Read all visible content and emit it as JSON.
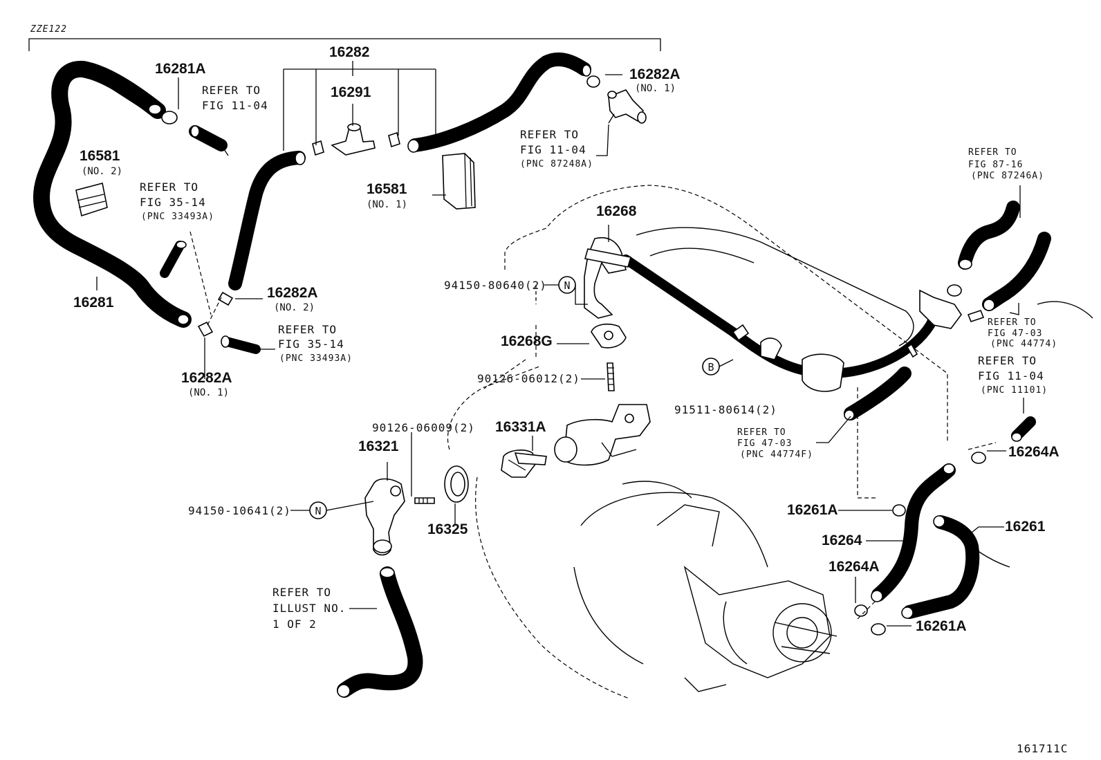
{
  "model_label": "ZZE122",
  "figure_id": "161711C",
  "parts": {
    "p16281A": "16281A",
    "p16282": "16282",
    "p16291": "16291",
    "p16282A_a": "16282A",
    "p16282A_a_sub": "(NO. 1)",
    "p16581_a": "16581",
    "p16581_a_sub": "(NO. 2)",
    "p16581_b": "16581",
    "p16581_b_sub": "(NO. 1)",
    "p16281": "16281",
    "p16282A_b": "16282A",
    "p16282A_b_sub": "(NO. 2)",
    "p16282A_c": "16282A",
    "p16282A_c_sub": "(NO. 1)",
    "p16268": "16268",
    "p94150_80640": "94150-80640(2)",
    "p16268G": "16268G",
    "p90126_06012": "90126-06012(2)",
    "p91511_80614": "91511-80614(2)",
    "p90126_06009": "90126-06009(2)",
    "p16331A": "16331A",
    "p16321": "16321",
    "p94150_10641": "94150-10641(2)",
    "p16325": "16325",
    "p16264A_a": "16264A",
    "p16261A_a": "16261A",
    "p16264": "16264",
    "p16261": "16261",
    "p16264A_b": "16264A",
    "p16261A_b": "16261A"
  },
  "refs": {
    "r1_l1": "REFER TO",
    "r1_l2": "FIG 11-04",
    "r2_l1": "REFER TO",
    "r2_l2": "FIG 11-04",
    "r2_l3": "(PNC 87248A)",
    "r3_l1": "REFER TO",
    "r3_l2": "FIG 35-14",
    "r3_l3": "(PNC 33493A)",
    "r4_l1": "REFER TO",
    "r4_l2": "FIG 35-14",
    "r4_l3": "(PNC 33493A)",
    "r5_l1": "REFER TO",
    "r5_l2": "FIG 87-16",
    "r5_l3": "(PNC 87246A)",
    "r6_l1": "REFER TO",
    "r6_l2": "FIG 47-03",
    "r6_l3": "(PNC 44774)",
    "r7_l1": "REFER TO",
    "r7_l2": "FIG 11-04",
    "r7_l3": "(PNC 11101)",
    "r8_l1": "REFER TO",
    "r8_l2": "FIG 47-03",
    "r8_l3": "(PNC 44774F)",
    "r9_l1": "REFER TO",
    "r9_l2": "ILLUST NO.",
    "r9_l3": "1 OF 2"
  },
  "markers": {
    "n": "N",
    "b": "B"
  }
}
